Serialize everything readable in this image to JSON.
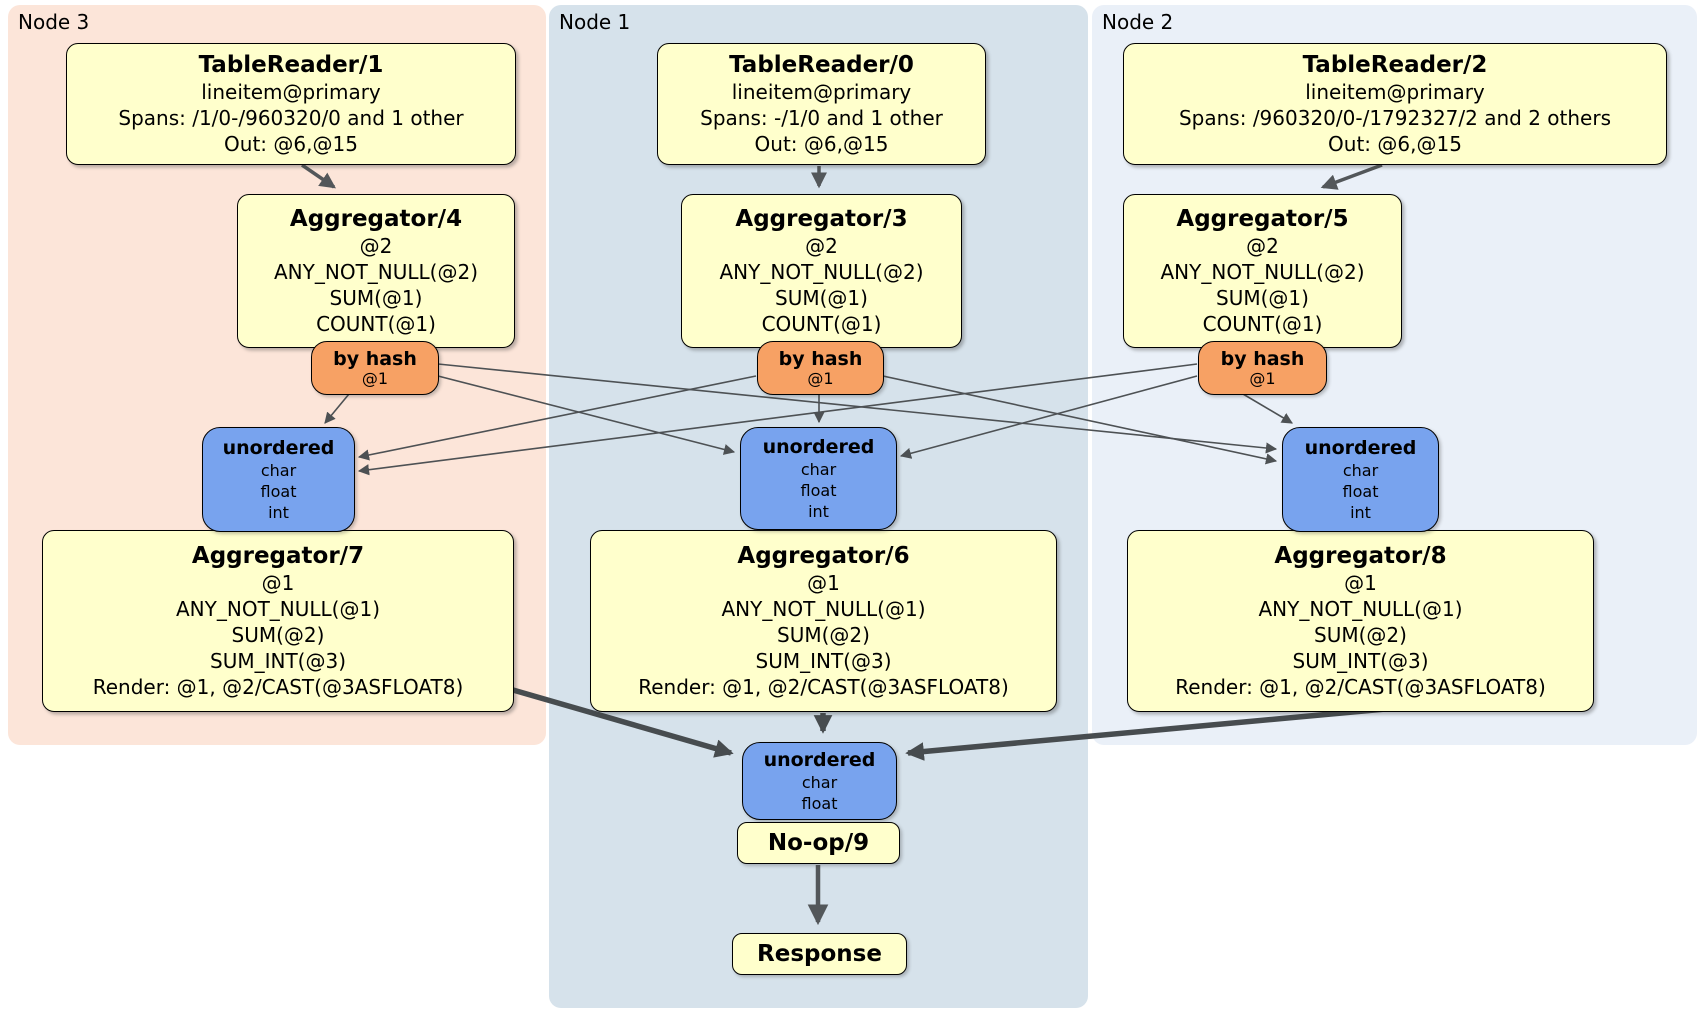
{
  "colors": {
    "node3_bg": "#fce5d9",
    "node1_bg": "#d6e2eb",
    "node2_bg": "#eaf0f8",
    "processor_bg": "#ffffcc",
    "router_bg": "#f7a164",
    "sync_bg": "#78a3ee",
    "edge_thin": "#4d5154",
    "edge_thick": "#474c4f"
  },
  "node3": {
    "label": "Node 3",
    "table_reader": {
      "title": "TableReader/1",
      "lines": [
        "lineitem@primary",
        "Spans: /1/0-/960320/0 and 1 other",
        "Out: @6,@15"
      ]
    },
    "aggregator_top": {
      "title": "Aggregator/4",
      "lines": [
        "@2",
        "ANY_NOT_NULL(@2)",
        "SUM(@1)",
        "COUNT(@1)"
      ]
    },
    "router": {
      "title": "by hash",
      "lines": [
        "@1"
      ]
    },
    "sync": {
      "title": "unordered",
      "lines": [
        "char",
        "float",
        "int"
      ]
    },
    "aggregator_bottom": {
      "title": "Aggregator/7",
      "lines": [
        "@1",
        "ANY_NOT_NULL(@1)",
        "SUM(@2)",
        "SUM_INT(@3)",
        "Render: @1, @2/CAST(@3ASFLOAT8)"
      ]
    }
  },
  "node1": {
    "label": "Node 1",
    "table_reader": {
      "title": "TableReader/0",
      "lines": [
        "lineitem@primary",
        "Spans: -/1/0 and 1 other",
        "Out: @6,@15"
      ]
    },
    "aggregator_top": {
      "title": "Aggregator/3",
      "lines": [
        "@2",
        "ANY_NOT_NULL(@2)",
        "SUM(@1)",
        "COUNT(@1)"
      ]
    },
    "router": {
      "title": "by hash",
      "lines": [
        "@1"
      ]
    },
    "sync": {
      "title": "unordered",
      "lines": [
        "char",
        "float",
        "int"
      ]
    },
    "aggregator_bottom": {
      "title": "Aggregator/6",
      "lines": [
        "@1",
        "ANY_NOT_NULL(@1)",
        "SUM(@2)",
        "SUM_INT(@3)",
        "Render: @1, @2/CAST(@3ASFLOAT8)"
      ]
    },
    "final_sync": {
      "title": "unordered",
      "lines": [
        "char",
        "float"
      ]
    },
    "noop": {
      "title": "No-op/9"
    },
    "response": {
      "title": "Response"
    }
  },
  "node2": {
    "label": "Node 2",
    "table_reader": {
      "title": "TableReader/2",
      "lines": [
        "lineitem@primary",
        "Spans: /960320/0-/1792327/2 and 2 others",
        "Out: @6,@15"
      ]
    },
    "aggregator_top": {
      "title": "Aggregator/5",
      "lines": [
        "@2",
        "ANY_NOT_NULL(@2)",
        "SUM(@1)",
        "COUNT(@1)"
      ]
    },
    "router": {
      "title": "by hash",
      "lines": [
        "@1"
      ]
    },
    "sync": {
      "title": "unordered",
      "lines": [
        "char",
        "float",
        "int"
      ]
    },
    "aggregator_bottom": {
      "title": "Aggregator/8",
      "lines": [
        "@1",
        "ANY_NOT_NULL(@1)",
        "SUM(@2)",
        "SUM_INT(@3)",
        "Render: @1, @2/CAST(@3ASFLOAT8)"
      ]
    }
  },
  "edges": [
    {
      "from": "TableReader/1",
      "to": "Aggregator/4"
    },
    {
      "from": "TableReader/0",
      "to": "Aggregator/3"
    },
    {
      "from": "TableReader/2",
      "to": "Aggregator/5"
    },
    {
      "from": "by hash (Node 3)",
      "to": "unordered (Node 3)"
    },
    {
      "from": "by hash (Node 3)",
      "to": "unordered (Node 1)"
    },
    {
      "from": "by hash (Node 3)",
      "to": "unordered (Node 2)"
    },
    {
      "from": "by hash (Node 1)",
      "to": "unordered (Node 3)"
    },
    {
      "from": "by hash (Node 1)",
      "to": "unordered (Node 1)"
    },
    {
      "from": "by hash (Node 1)",
      "to": "unordered (Node 2)"
    },
    {
      "from": "by hash (Node 2)",
      "to": "unordered (Node 3)"
    },
    {
      "from": "by hash (Node 2)",
      "to": "unordered (Node 1)"
    },
    {
      "from": "by hash (Node 2)",
      "to": "unordered (Node 2)"
    },
    {
      "from": "Aggregator/7",
      "to": "unordered final (Node 1)"
    },
    {
      "from": "Aggregator/6",
      "to": "unordered final (Node 1)"
    },
    {
      "from": "Aggregator/8",
      "to": "unordered final (Node 1)"
    },
    {
      "from": "unordered final (Node 1)",
      "to": "No-op/9"
    },
    {
      "from": "No-op/9",
      "to": "Response"
    }
  ]
}
